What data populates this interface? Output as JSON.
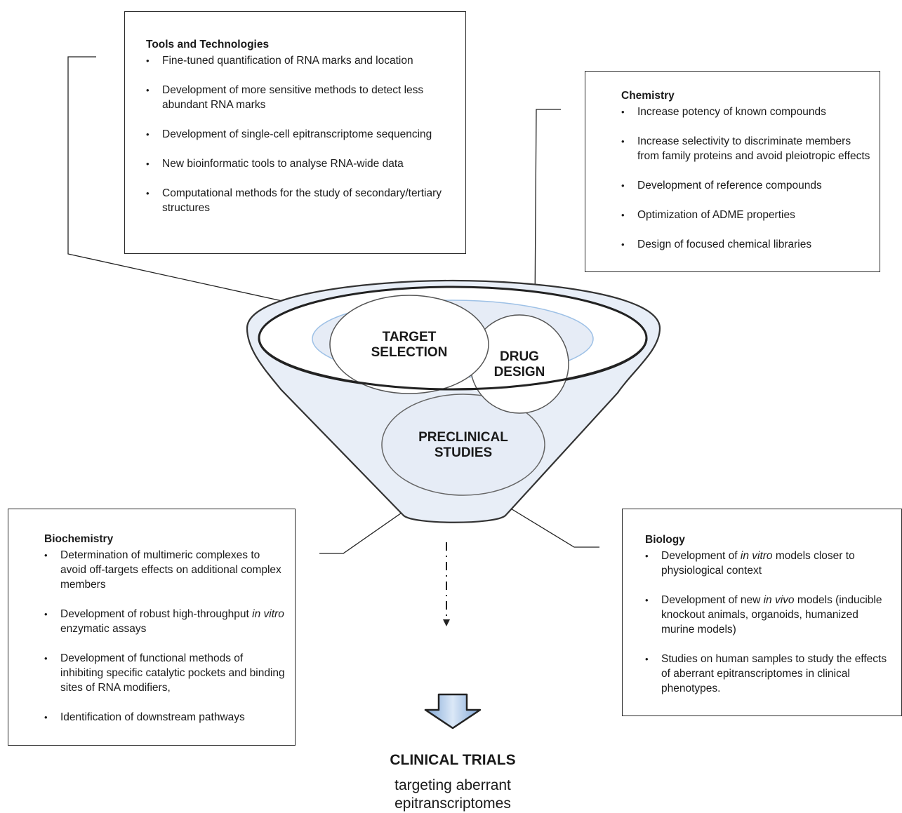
{
  "tools": {
    "title": "Tools and Technologies",
    "items": [
      "Fine-tuned quantification of RNA marks and location",
      "Development of  more sensitive methods to detect less abundant RNA marks",
      "Development of single-cell epitranscriptome sequencing",
      "New bioinformatic tools to analyse RNA-wide data",
      "Computational methods for the study of secondary/tertiary structures"
    ]
  },
  "chemistry": {
    "title": "Chemistry",
    "items": [
      "Increase potency of known compounds",
      "Increase selectivity to discriminate members from family proteins and avoid pleiotropic effects",
      "Development of reference compounds",
      "Optimization of ADME properties",
      "Design of focused chemical libraries"
    ]
  },
  "biochemistry": {
    "title": "Biochemistry",
    "items": [
      "Determination of multimeric complexes to avoid off-targets effects on additional complex members",
      "Development of robust high-throughput in vitro enzymatic assays",
      "Development of functional methods  of inhibiting specific catalytic pockets and binding sites of RNA modifiers,",
      "Identification of downstream pathways"
    ]
  },
  "biology": {
    "title": "Biology",
    "items": [
      "Development of in vitro models closer to physiological context",
      "Development of new in vivo models (inducible knockout animals, organoids, humanized murine models)",
      "Studies on human samples to study the effects of aberrant epitranscriptomes in clinical phenotypes."
    ]
  },
  "funnel": {
    "target_line1": "TARGET",
    "target_line2": "SELECTION",
    "drug_line1": "DRUG",
    "drug_line2": "DESIGN",
    "pre_line1": "PRECLINICAL",
    "pre_line2": "STUDIES"
  },
  "outcome": {
    "title": "CLINICAL TRIALS",
    "subtitle_line1": "targeting aberrant",
    "subtitle_line2": "epitranscriptomes"
  },
  "colors": {
    "funnel_fill": "#e8eef7",
    "rim_blue": "#9ec1e6",
    "arrow_fill": "#b8d0ee",
    "outline": "#333333"
  }
}
